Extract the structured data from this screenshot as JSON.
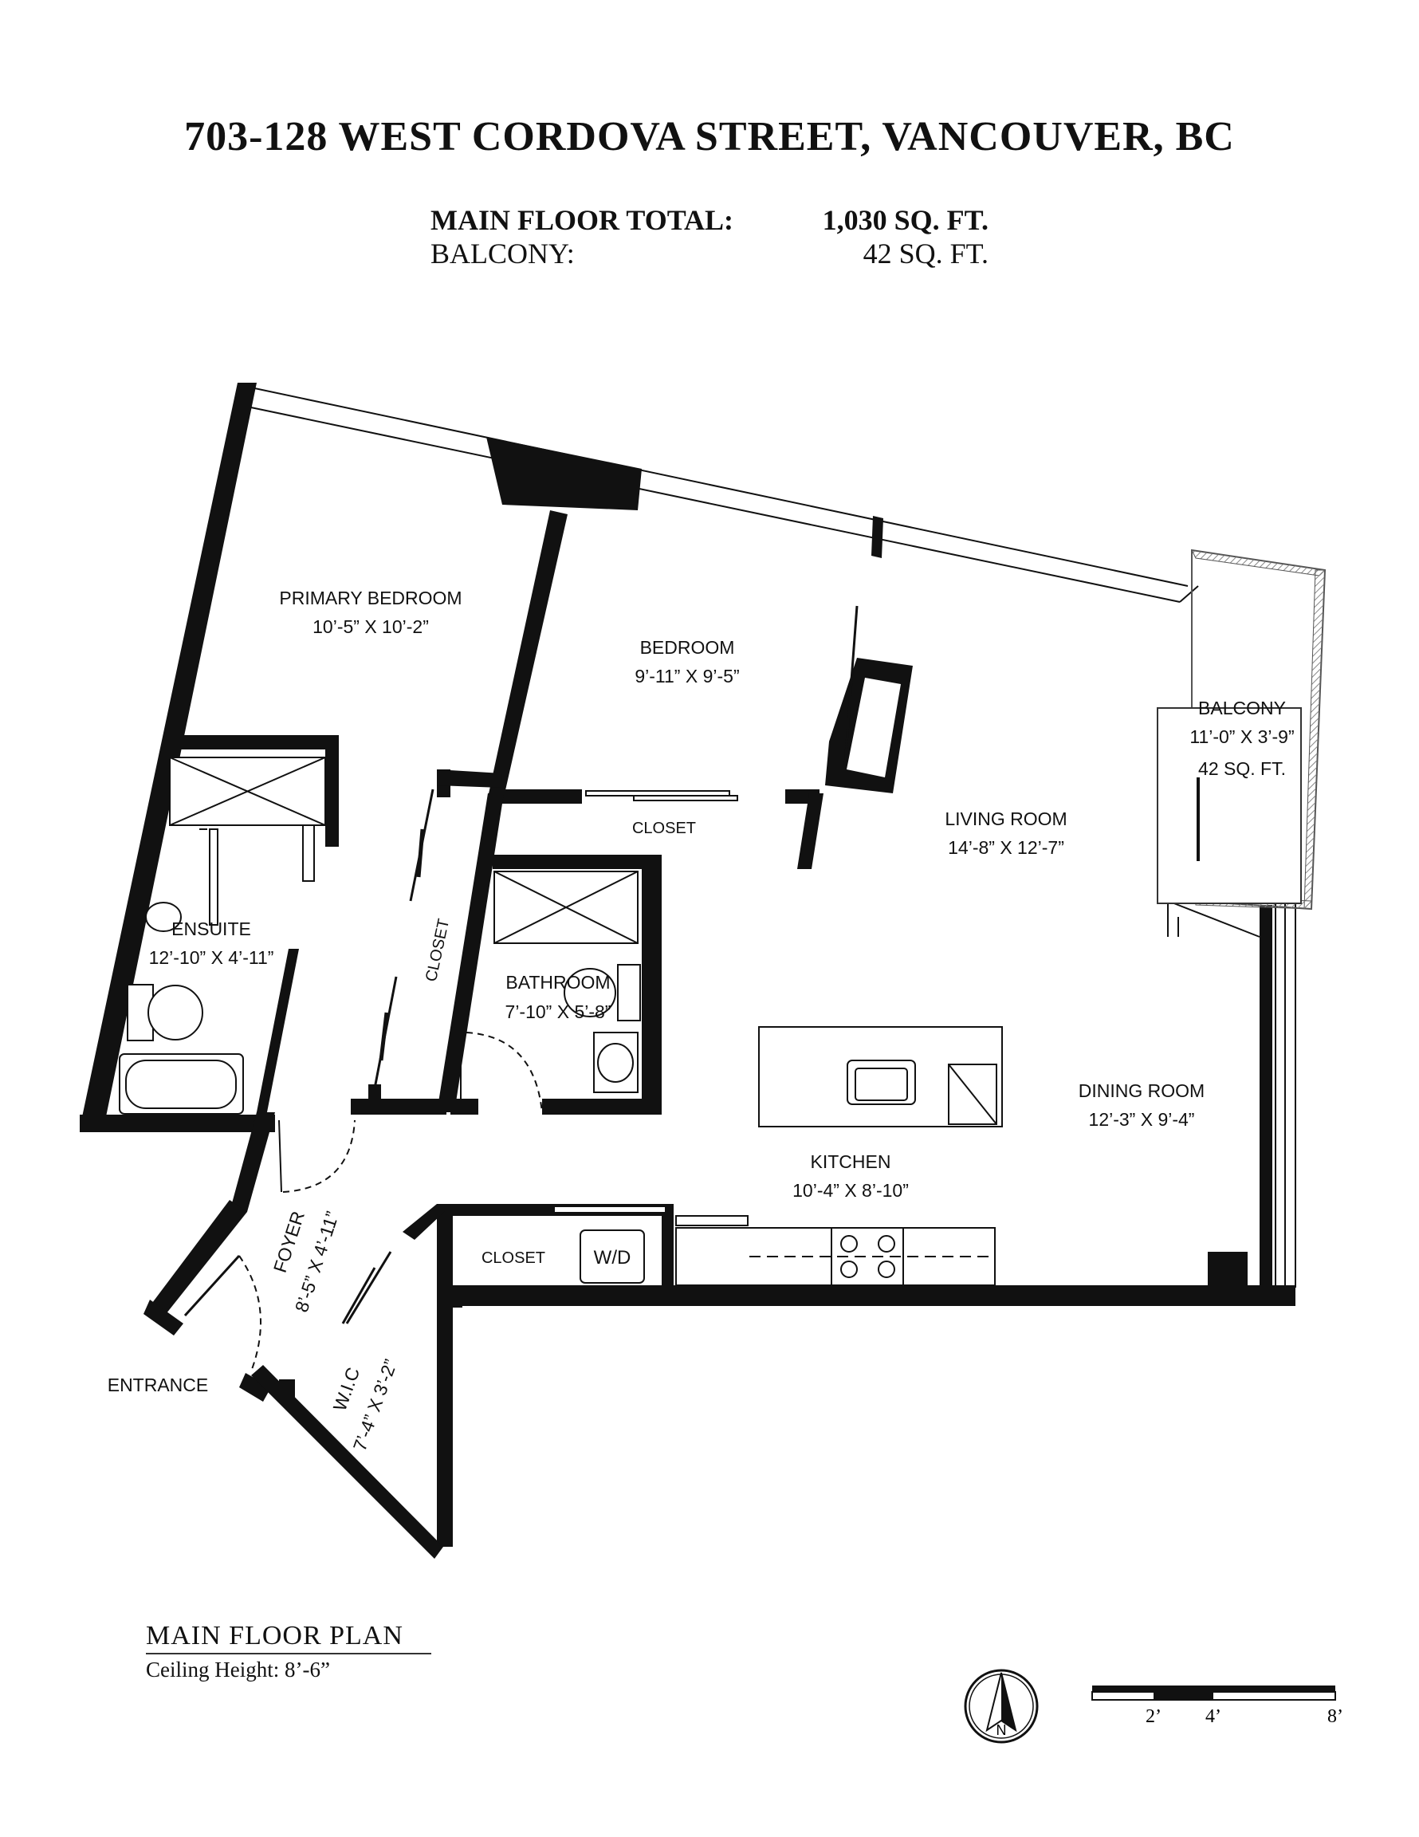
{
  "header": {
    "title": "703-128 WEST CORDOVA STREET, VANCOUVER, BC",
    "main_floor_label": "MAIN FLOOR TOTAL:",
    "main_floor_value": "1,030 SQ. FT.",
    "balcony_label": "BALCONY:",
    "balcony_value": "42 SQ. FT."
  },
  "rooms": {
    "primary_bedroom": {
      "name": "PRIMARY BEDROOM",
      "dims": "10’-5” X 10’-2”"
    },
    "bedroom": {
      "name": "BEDROOM",
      "dims": "9’-11” X 9’-5”"
    },
    "closet_bedroom": {
      "name": "CLOSET"
    },
    "living_room": {
      "name": "LIVING ROOM",
      "dims": "14’-8” X 12’-7”"
    },
    "balcony": {
      "name": "BALCONY",
      "dims": "11’-0” X 3’-9”",
      "area": "42 SQ. FT."
    },
    "ensuite": {
      "name": "ENSUITE",
      "dims": "12’-10” X 4’-11”"
    },
    "closet_primary": {
      "name": "CLOSET"
    },
    "bathroom": {
      "name": "BATHROOM",
      "dims": "7’-10” X 5’-8”"
    },
    "dining_room": {
      "name": "DINING ROOM",
      "dims": "12’-3” X 9’-4”"
    },
    "kitchen": {
      "name": "KITCHEN",
      "dims": "10’-4” X 8’-10”"
    },
    "foyer": {
      "name": "FOYER",
      "dims": "8’-5” X 4’-11”"
    },
    "closet_foyer": {
      "name": "CLOSET"
    },
    "washer_dryer": {
      "name": "W/D"
    },
    "wic": {
      "name": "W.I.C",
      "dims": "7’-4” X 3’-2”"
    },
    "entrance": {
      "name": "ENTRANCE"
    }
  },
  "legend": {
    "plan_name": "MAIN FLOOR PLAN",
    "ceiling_height": "Ceiling Height: 8’-6”"
  },
  "compass": {
    "north_label": "N"
  },
  "scale_bar": {
    "ticks": [
      "2’",
      "4’",
      "8’"
    ]
  },
  "colors": {
    "wall": "#111111",
    "background": "#ffffff",
    "balcony_hatch": "#888888"
  }
}
